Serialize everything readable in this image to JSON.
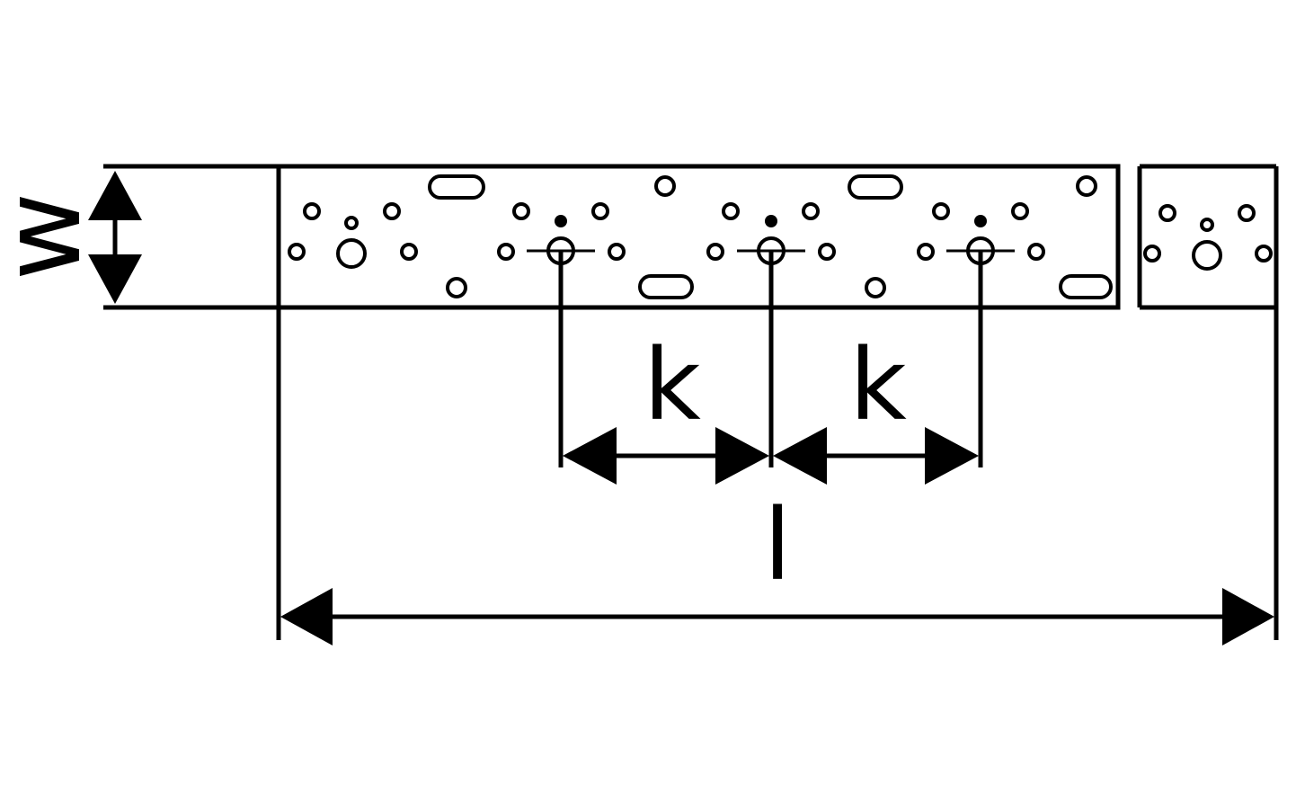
{
  "diagram": {
    "labels": {
      "width": "w",
      "pitch_left": "k",
      "pitch_right": "k",
      "length": "l"
    },
    "colors": {
      "stroke": "#000000",
      "background": "#ffffff",
      "fill_hole": "#ffffff"
    }
  }
}
